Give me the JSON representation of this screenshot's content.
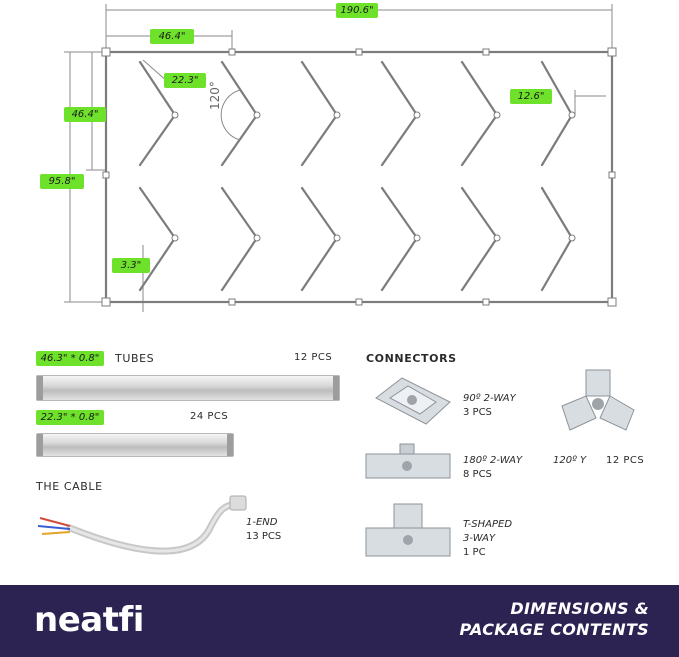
{
  "dimensions": {
    "overall_width": "190.6\"",
    "overall_height": "95.8\"",
    "section_width": "46.4\"",
    "section_height": "46.4\"",
    "arm_length": "22.3\"",
    "offset_right": "12.6\"",
    "bottom_offset": "3.3\"",
    "angle": "120°"
  },
  "tubes": {
    "title": "TUBES",
    "long": {
      "size": "46.3\" * 0.8\"",
      "qty": "12 PCS"
    },
    "short": {
      "size": "22.3\" * 0.8\"",
      "qty": "24 PCS"
    }
  },
  "cable": {
    "title": "THE CABLE",
    "caption_line1": "1-END",
    "caption_line2": "13 PCS"
  },
  "connectors": {
    "title": "CONNECTORS",
    "items": [
      {
        "name": "90º 2-WAY",
        "qty": "3 PCS"
      },
      {
        "name": "180º 2-WAY",
        "qty": "8 PCS"
      },
      {
        "name_line1": "T-SHAPED",
        "name_line2": "3-WAY",
        "qty": "1 PC"
      },
      {
        "name": "120º Y",
        "qty": "12 PCS"
      }
    ]
  },
  "footer": {
    "logo": "neatfi",
    "tagline_line1": "DIMENSIONS &",
    "tagline_line2": "PACKAGE CONTENTS",
    "background": "#2c2352"
  },
  "colors": {
    "label_bg": "#6ee12a"
  }
}
